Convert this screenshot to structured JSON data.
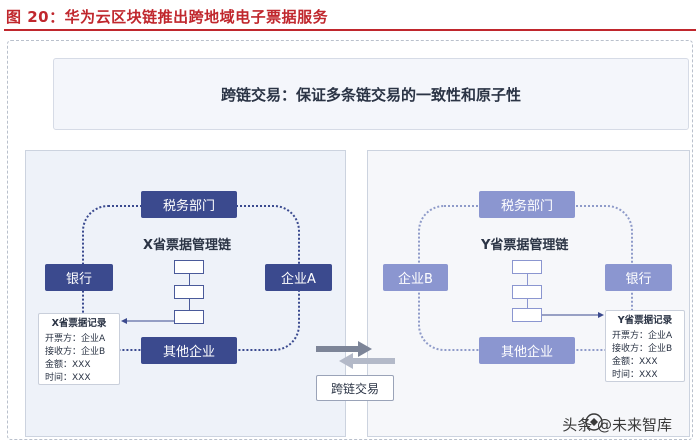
{
  "figure": {
    "title": "图 20：华为云区块链推出跨地域电子票据服务"
  },
  "banner": {
    "text": "跨链交易：保证多条链交易的一致性和原子性"
  },
  "left_chain": {
    "title": "X省票据管理链",
    "nodes": {
      "tax": "税务部门",
      "bank": "银行",
      "company": "企业A",
      "other": "其他企业"
    },
    "record": {
      "title": "X省票据记录",
      "lines": [
        "开票方：企业A",
        "接收方：企业B",
        "金额：XXX",
        "时间：XXX"
      ]
    }
  },
  "right_chain": {
    "title": "Y省票据管理链",
    "nodes": {
      "tax": "税务部门",
      "company": "企业B",
      "bank": "银行",
      "other": "其他企业"
    },
    "record": {
      "title": "Y省票据记录",
      "lines": [
        "开票方：企业A",
        "接收方：企业B",
        "金额：XXX",
        "时间：XXX"
      ]
    }
  },
  "cross_chain": {
    "label": "跨链交易"
  },
  "watermark": {
    "text": "头条 @未来智库"
  },
  "colors": {
    "title_red": "#c0272d",
    "node_dark": "#3b4a8e",
    "node_light": "#8b96d0"
  }
}
